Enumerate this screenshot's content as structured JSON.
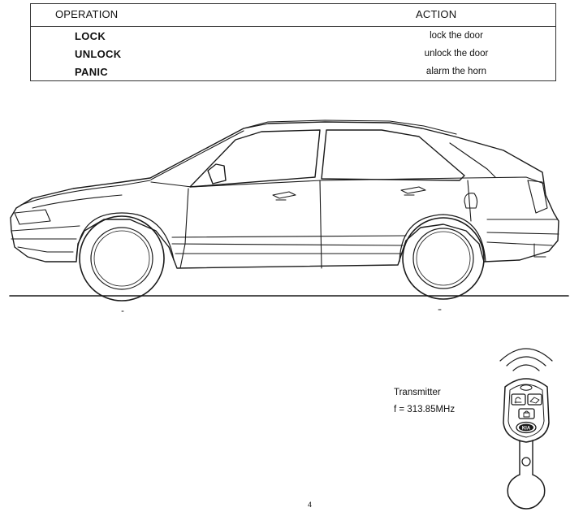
{
  "table": {
    "headers": {
      "operation": "OPERATION",
      "action": "ACTION"
    },
    "rows": [
      {
        "operation": "LOCK",
        "action": "lock the door"
      },
      {
        "operation": "UNLOCK",
        "action": "unlock the door"
      },
      {
        "operation": "PANIC",
        "action": "alarm the horn"
      }
    ]
  },
  "transmitter": {
    "label": "Transmitter",
    "frequency": "f = 313.85MHz",
    "badge": "KIA"
  },
  "page_mark": "4"
}
